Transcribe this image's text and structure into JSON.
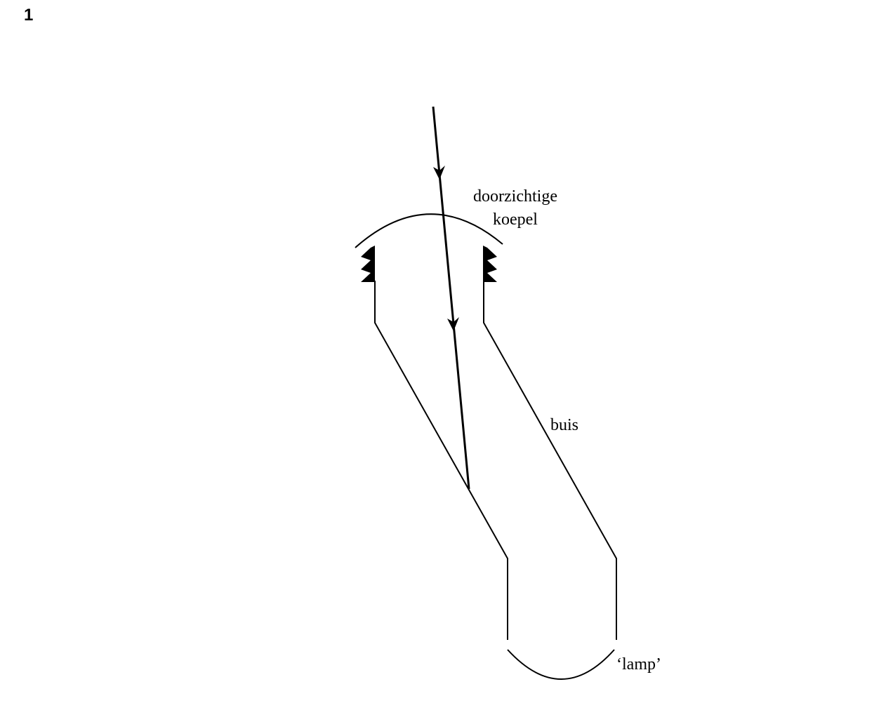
{
  "figure": {
    "number": "1"
  },
  "labels": {
    "dome_line1": "doorzichtige",
    "dome_line2": "koepel",
    "tube": "buis",
    "lamp": "‘lamp’"
  }
}
